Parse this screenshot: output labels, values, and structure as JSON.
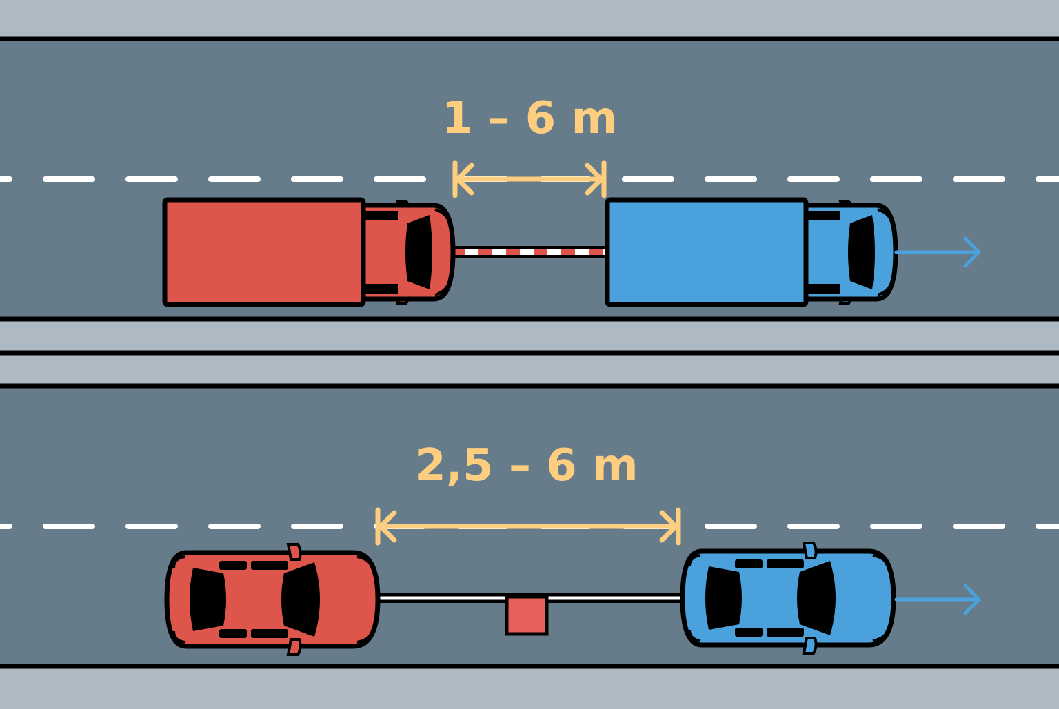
{
  "colors": {
    "sidewalk": "#adbac4",
    "road": "#667c8a",
    "edge_line": "#000000",
    "lane_marking": "#ffffff",
    "measure": "#fdce7f",
    "towed_vehicle": "#de554b",
    "towing_vehicle": "#4aa1db",
    "direction_arrow": "#4aa1db",
    "warning_flag": "#e8605a"
  },
  "panels": [
    {
      "vehicle_type": "truck",
      "tow_device": "tow bar (red/white striped)",
      "distance_label": "1 – 6 m",
      "direction": "right"
    },
    {
      "vehicle_type": "car",
      "tow_device": "tow rope with warning flag",
      "distance_label": "2,5 – 6 m",
      "direction": "right"
    }
  ]
}
